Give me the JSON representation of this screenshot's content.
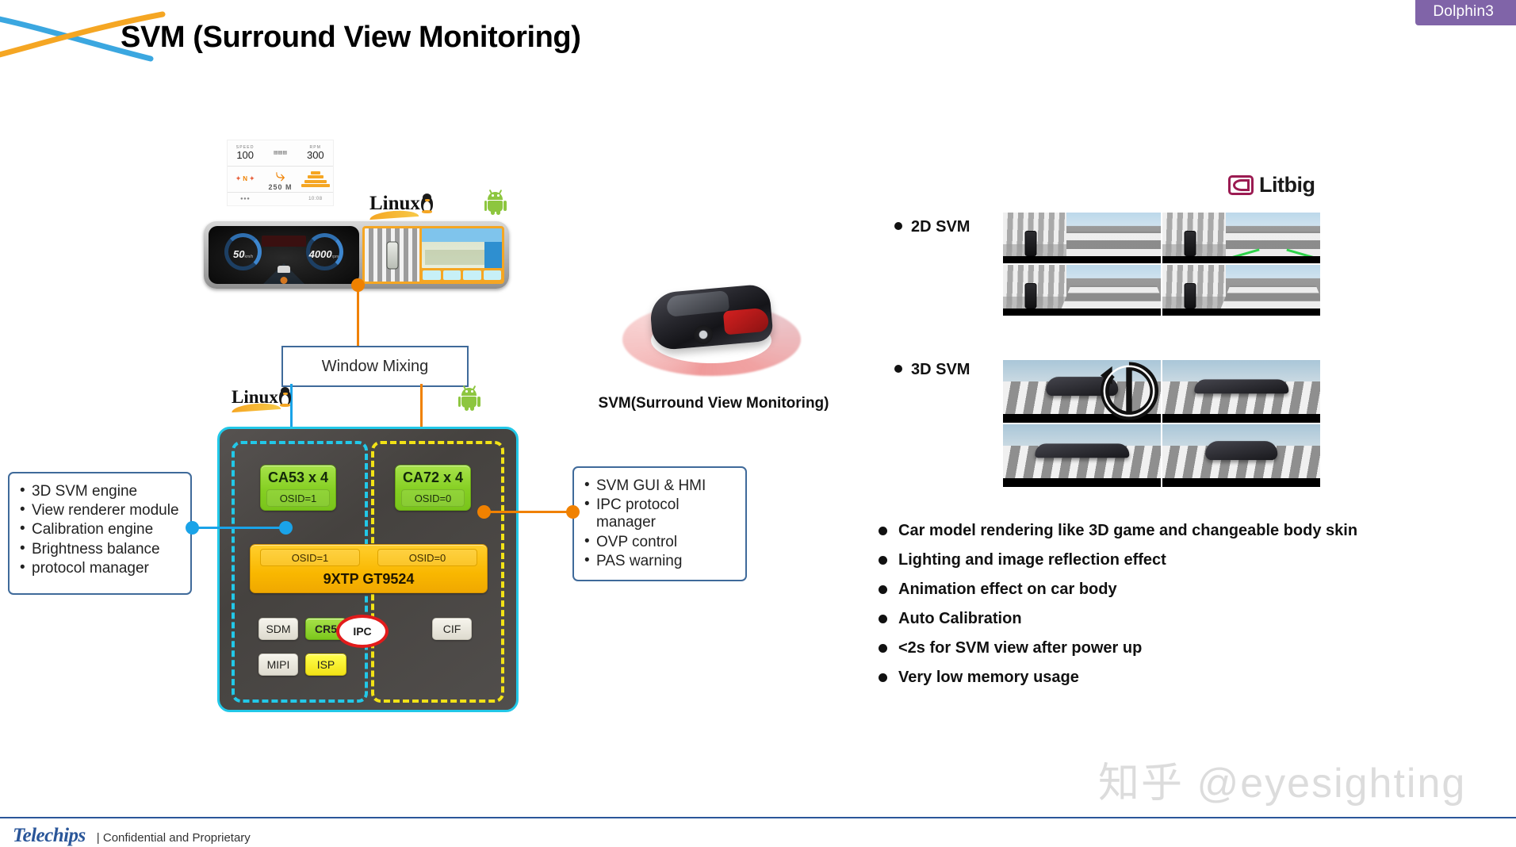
{
  "badge": {
    "label": "Dolphin3"
  },
  "title": "SVM (Surround View Monitoring)",
  "hud": {
    "speed_label": "SPEED",
    "speed_value": "100",
    "rpm_label": "RPM",
    "rpm_value": "300",
    "gear": "N",
    "distance": "250 M",
    "clock": "10:08"
  },
  "cluster": {
    "speed_value": "50",
    "speed_unit": "km/h",
    "rpm_value": "4000",
    "rpm_unit": "rpm"
  },
  "os_labels": {
    "linux": "Linux",
    "android": "Android"
  },
  "window_mixing": {
    "label": "Window Mixing"
  },
  "soc": {
    "cores": [
      {
        "name": "CA53 x 4",
        "osid": "OSID=1"
      },
      {
        "name": "CA72 x 4",
        "osid": "OSID=0"
      }
    ],
    "gpu": {
      "name": "9XTP GT9524",
      "osid_left": "OSID=1",
      "osid_right": "OSID=0"
    },
    "blocks": [
      {
        "label": "SDM",
        "style": "gray"
      },
      {
        "label": "CR5",
        "style": "green"
      },
      {
        "label": "CIF",
        "style": "gray"
      },
      {
        "label": "MIPI",
        "style": "gray"
      },
      {
        "label": "ISP",
        "style": "yellow"
      }
    ],
    "ipc": {
      "label": "IPC"
    }
  },
  "left_callout": {
    "items": [
      "3D SVM engine",
      "View renderer module",
      "Calibration engine",
      "Brightness balance",
      "protocol manager"
    ]
  },
  "right_callout": {
    "items": [
      "SVM GUI & HMI",
      "IPC protocol manager",
      "OVP control",
      "PAS warning"
    ]
  },
  "car": {
    "caption": "SVM(Surround View Monitoring)"
  },
  "partner": {
    "name": "Litbig"
  },
  "demo_sections": [
    {
      "label": "2D SVM"
    },
    {
      "label": "3D SVM"
    }
  ],
  "features": [
    "Car model rendering like 3D game and changeable body skin",
    "Lighting and image reflection effect",
    "Animation effect on car body",
    "Auto Calibration",
    "<2s for SVM view after power up",
    "Very low memory usage"
  ],
  "watermark": {
    "text": "知乎 @eyesighting"
  },
  "footer": {
    "logo": "Telechips",
    "note": "| Confidential and Proprietary"
  },
  "colors": {
    "badge_purple": "#8064a8",
    "linux_cyan": "#22c8e8",
    "android_yellow": "#f2e216",
    "accent_orange": "#f08100",
    "accent_blue": "#1aa3e8",
    "callout_border": "#3f6a9a",
    "brand_blue": "#2a5699",
    "ipc_red": "#e21b1b"
  }
}
